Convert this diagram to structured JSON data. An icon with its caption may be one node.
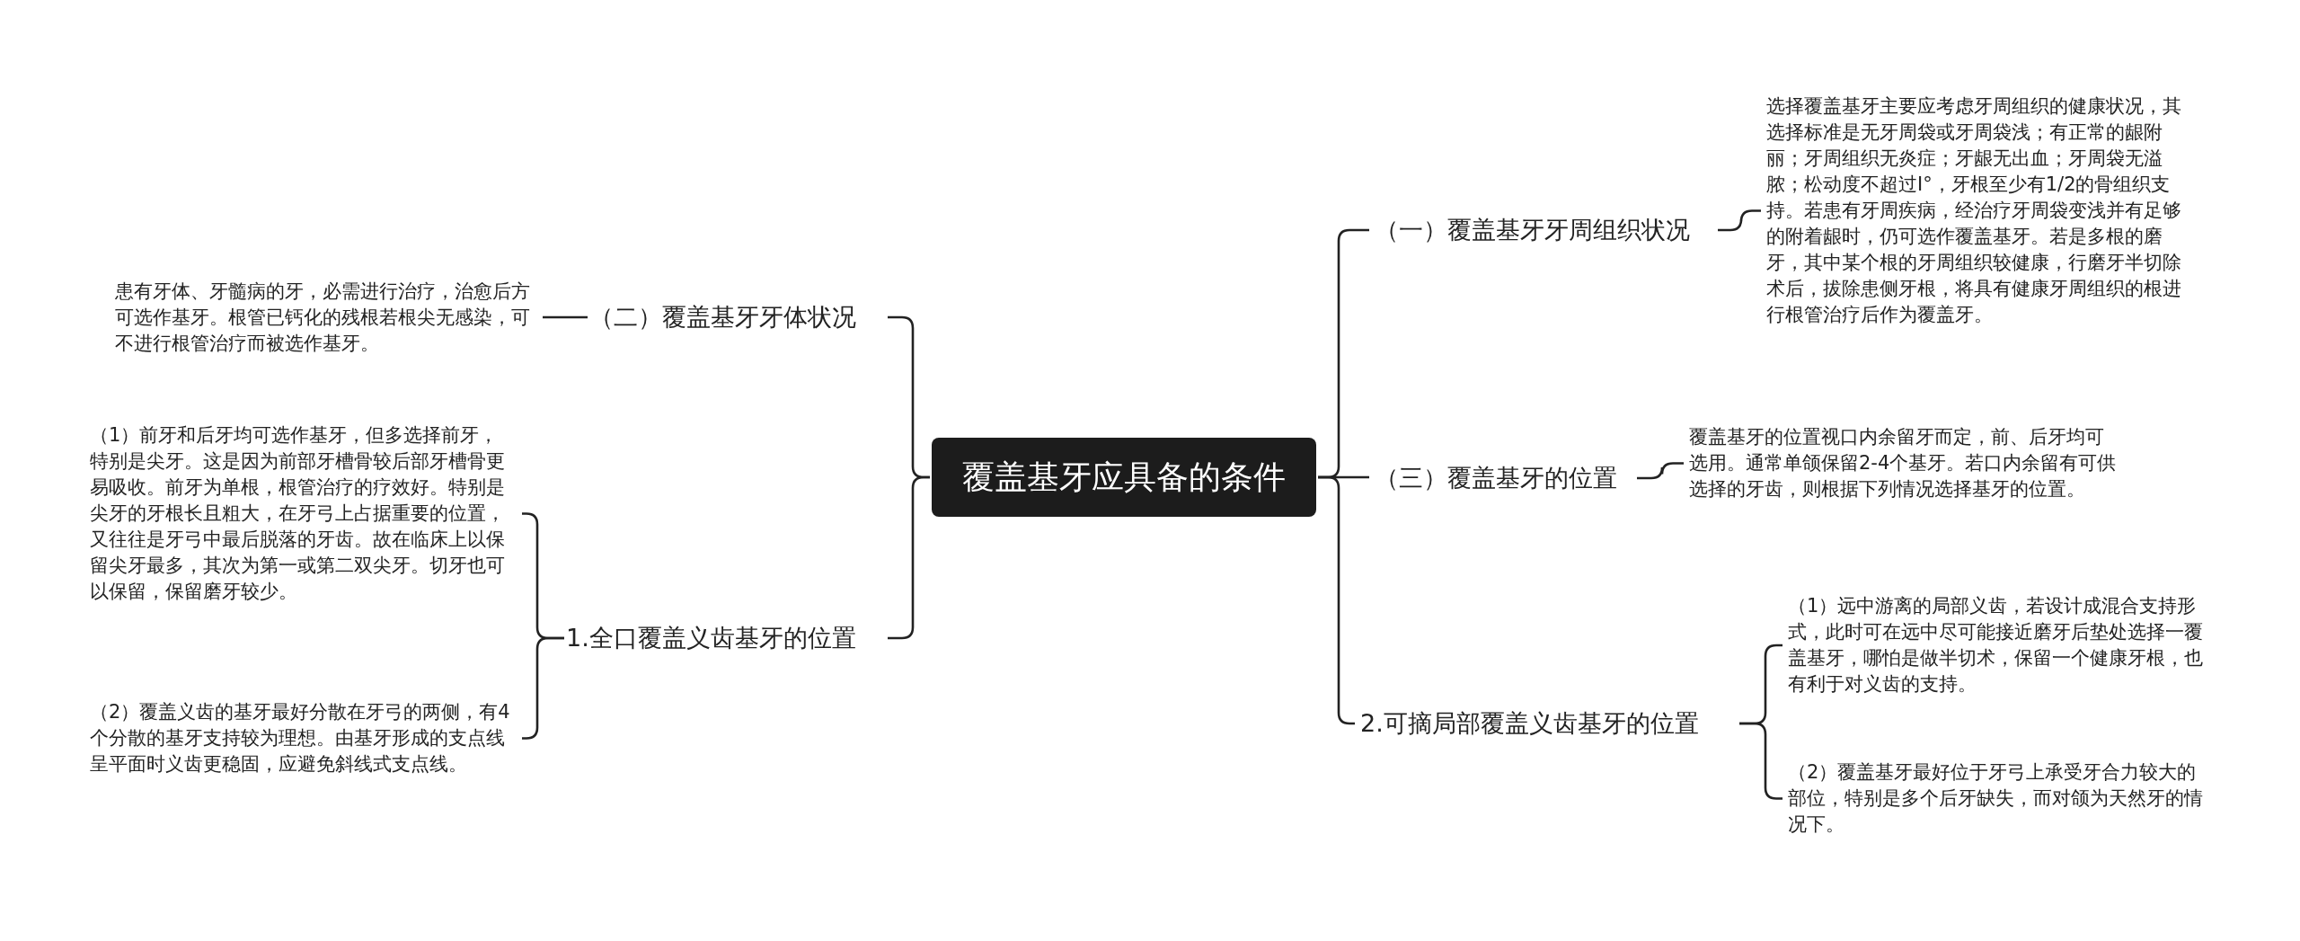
{
  "diagram": {
    "nodes": [
      {
        "text": [
          "覆盖基牙应具备的条件"
        ]
      },
      {
        "text": [
          "（一）覆盖基牙牙周组织状况"
        ]
      },
      {
        "text": [
          "选择覆盖基牙主要应考虑牙周组织的健康状况，其选择标准是无牙周袋或牙周袋浅；有正常的龈附丽；牙周组织无炎症；牙龈无出血；牙周袋无溢脓；松动度不超过I°，牙根至少有1/2的骨组织支持。若患有牙周疾病，经治疗牙周袋变浅并有足够的附着龈时，仍可选作覆盖基牙。若是多根的磨牙，其中某个根的牙周组织较健康，行磨牙半切除术后，拔除患侧牙根，将具有健康牙周组织的根进行根管治疗后作为覆盖牙。"
        ]
      },
      {
        "text": [
          "（三）覆盖基牙的位置"
        ]
      },
      {
        "text": [
          "覆盖基牙的位置视口内余留牙而定，前、后牙均可选用。通常单颌保留2-4个基牙。若口内余留有可供选择的牙齿，则根据下列情况选择基牙的位置。"
        ]
      },
      {
        "text": [
          "2.可摘局部覆盖义齿基牙的位置"
        ]
      },
      {
        "text": [
          "（1）远中游离的局部义齿，若设计成混合支持形式，此时可在远中尽可能接近磨牙后垫处选择一覆盖基牙，哪怕是做半切术，保留一个健康牙根，也有利于对义齿的支持。"
        ]
      },
      {
        "text": [
          "（2）覆盖基牙最好位于牙弓上承受牙合力较大的部位，特别是多个后牙缺失，而对颌为天然牙的情况下。"
        ]
      },
      {
        "text": [
          "（二）覆盖基牙牙体状况"
        ]
      },
      {
        "text": [
          "患有牙体、牙髓病的牙，必需进行治疗，治愈后方可选作基牙。根管已钙化的残根若根尖无感染，可不进行根管治疗而被选作基牙。"
        ]
      },
      {
        "text": [
          "1.全口覆盖义齿基牙的位置"
        ]
      },
      {
        "text": [
          "（1）前牙和后牙均可选作基牙，但多选择前牙，特别是尖牙。这是因为前部牙槽骨较后部牙槽骨更易吸收。前牙为单根，根管治疗的疗效好。特别是尖牙的牙根长且粗大，在牙弓上占据重要的位置，又往往是牙弓中最后脱落的牙齿。故在临床上以保留尖牙最多，其次为第一或第二双尖牙。切牙也可以保留，保留磨牙较少。"
        ]
      },
      {
        "text": [
          "（2）覆盖义齿的基牙最好分散在牙弓的两侧，有4个分散的基牙支持较为理想。由基牙形成的支点线呈平面时义齿更稳固，应避免斜线式支点线。"
        ]
      }
    ],
    "edges": [
      {
        "from": 0,
        "to": 1,
        "arrow": "none"
      },
      {
        "from": 1,
        "to": 2,
        "arrow": "none"
      },
      {
        "from": 0,
        "to": 3,
        "arrow": "none"
      },
      {
        "from": 3,
        "to": 4,
        "arrow": "none"
      },
      {
        "from": 0,
        "to": 5,
        "arrow": "none"
      },
      {
        "from": 5,
        "to": 6,
        "arrow": "none"
      },
      {
        "from": 5,
        "to": 7,
        "arrow": "none"
      },
      {
        "from": 0,
        "to": 8,
        "arrow": "none"
      },
      {
        "from": 8,
        "to": 9,
        "arrow": "none"
      },
      {
        "from": 0,
        "to": 10,
        "arrow": "none"
      },
      {
        "from": 10,
        "to": 11,
        "arrow": "none"
      },
      {
        "from": 10,
        "to": 12,
        "arrow": "none"
      }
    ]
  }
}
